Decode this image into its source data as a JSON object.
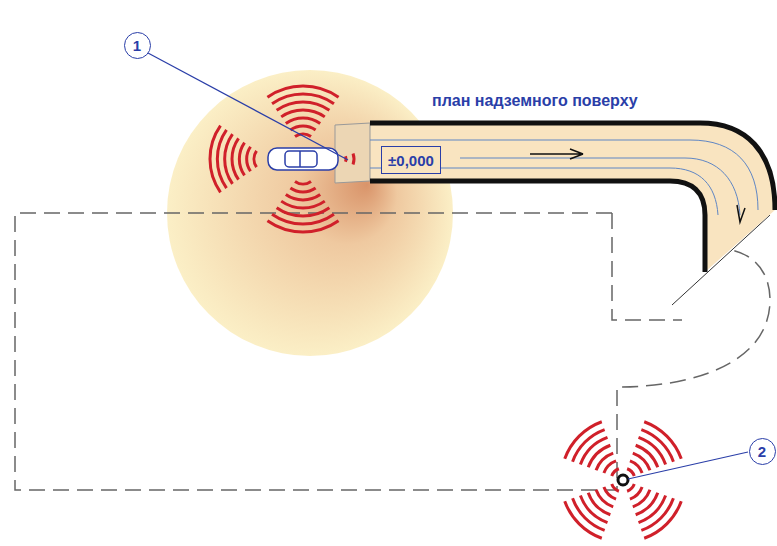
{
  "diagram": {
    "nodes": [
      {
        "text": [
          "1"
        ]
      },
      {
        "text": [
          "±0,000"
        ]
      },
      {
        "text": [
          "2"
        ]
      }
    ],
    "labels": [
      "план надземного поверху"
    ]
  }
}
